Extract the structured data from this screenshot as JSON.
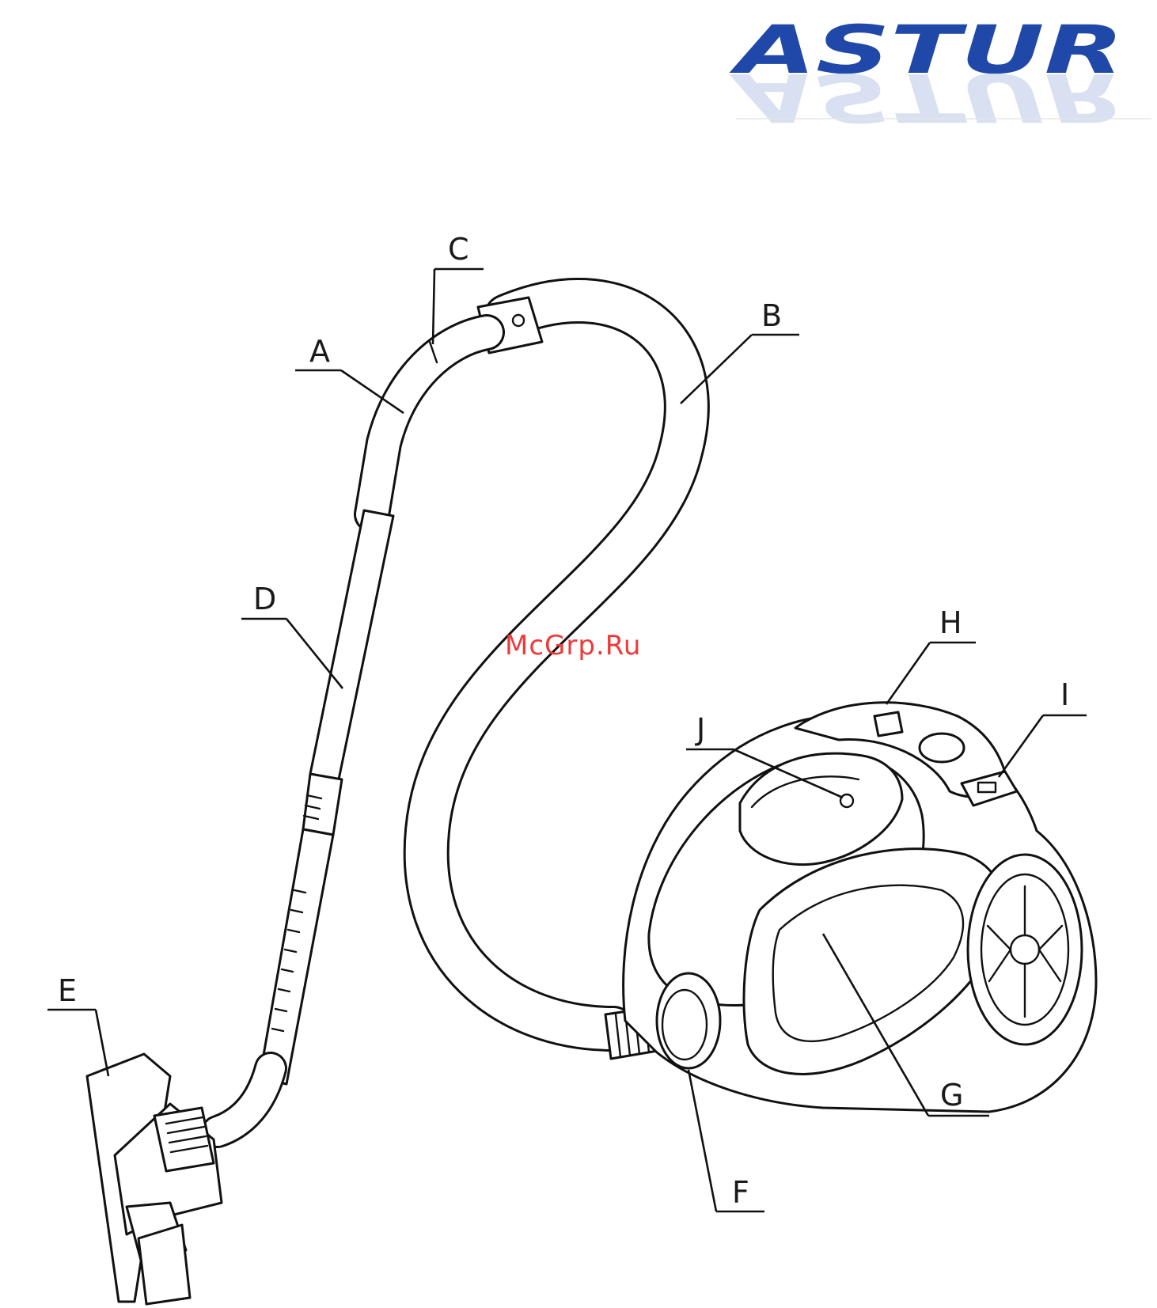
{
  "brand": {
    "logo_text": "ASTUR",
    "primary_color": "#1f48a8",
    "reflection_color": "#b9c7e6"
  },
  "watermark": "McGrp.Ru",
  "parts": [
    {
      "key": "A",
      "label": "A"
    },
    {
      "key": "B",
      "label": "B"
    },
    {
      "key": "C",
      "label": "C"
    },
    {
      "key": "D",
      "label": "D"
    },
    {
      "key": "E",
      "label": "E"
    },
    {
      "key": "F",
      "label": "F"
    },
    {
      "key": "G",
      "label": "G"
    },
    {
      "key": "H",
      "label": "H"
    },
    {
      "key": "I",
      "label": "I"
    },
    {
      "key": "J",
      "label": "J"
    }
  ]
}
